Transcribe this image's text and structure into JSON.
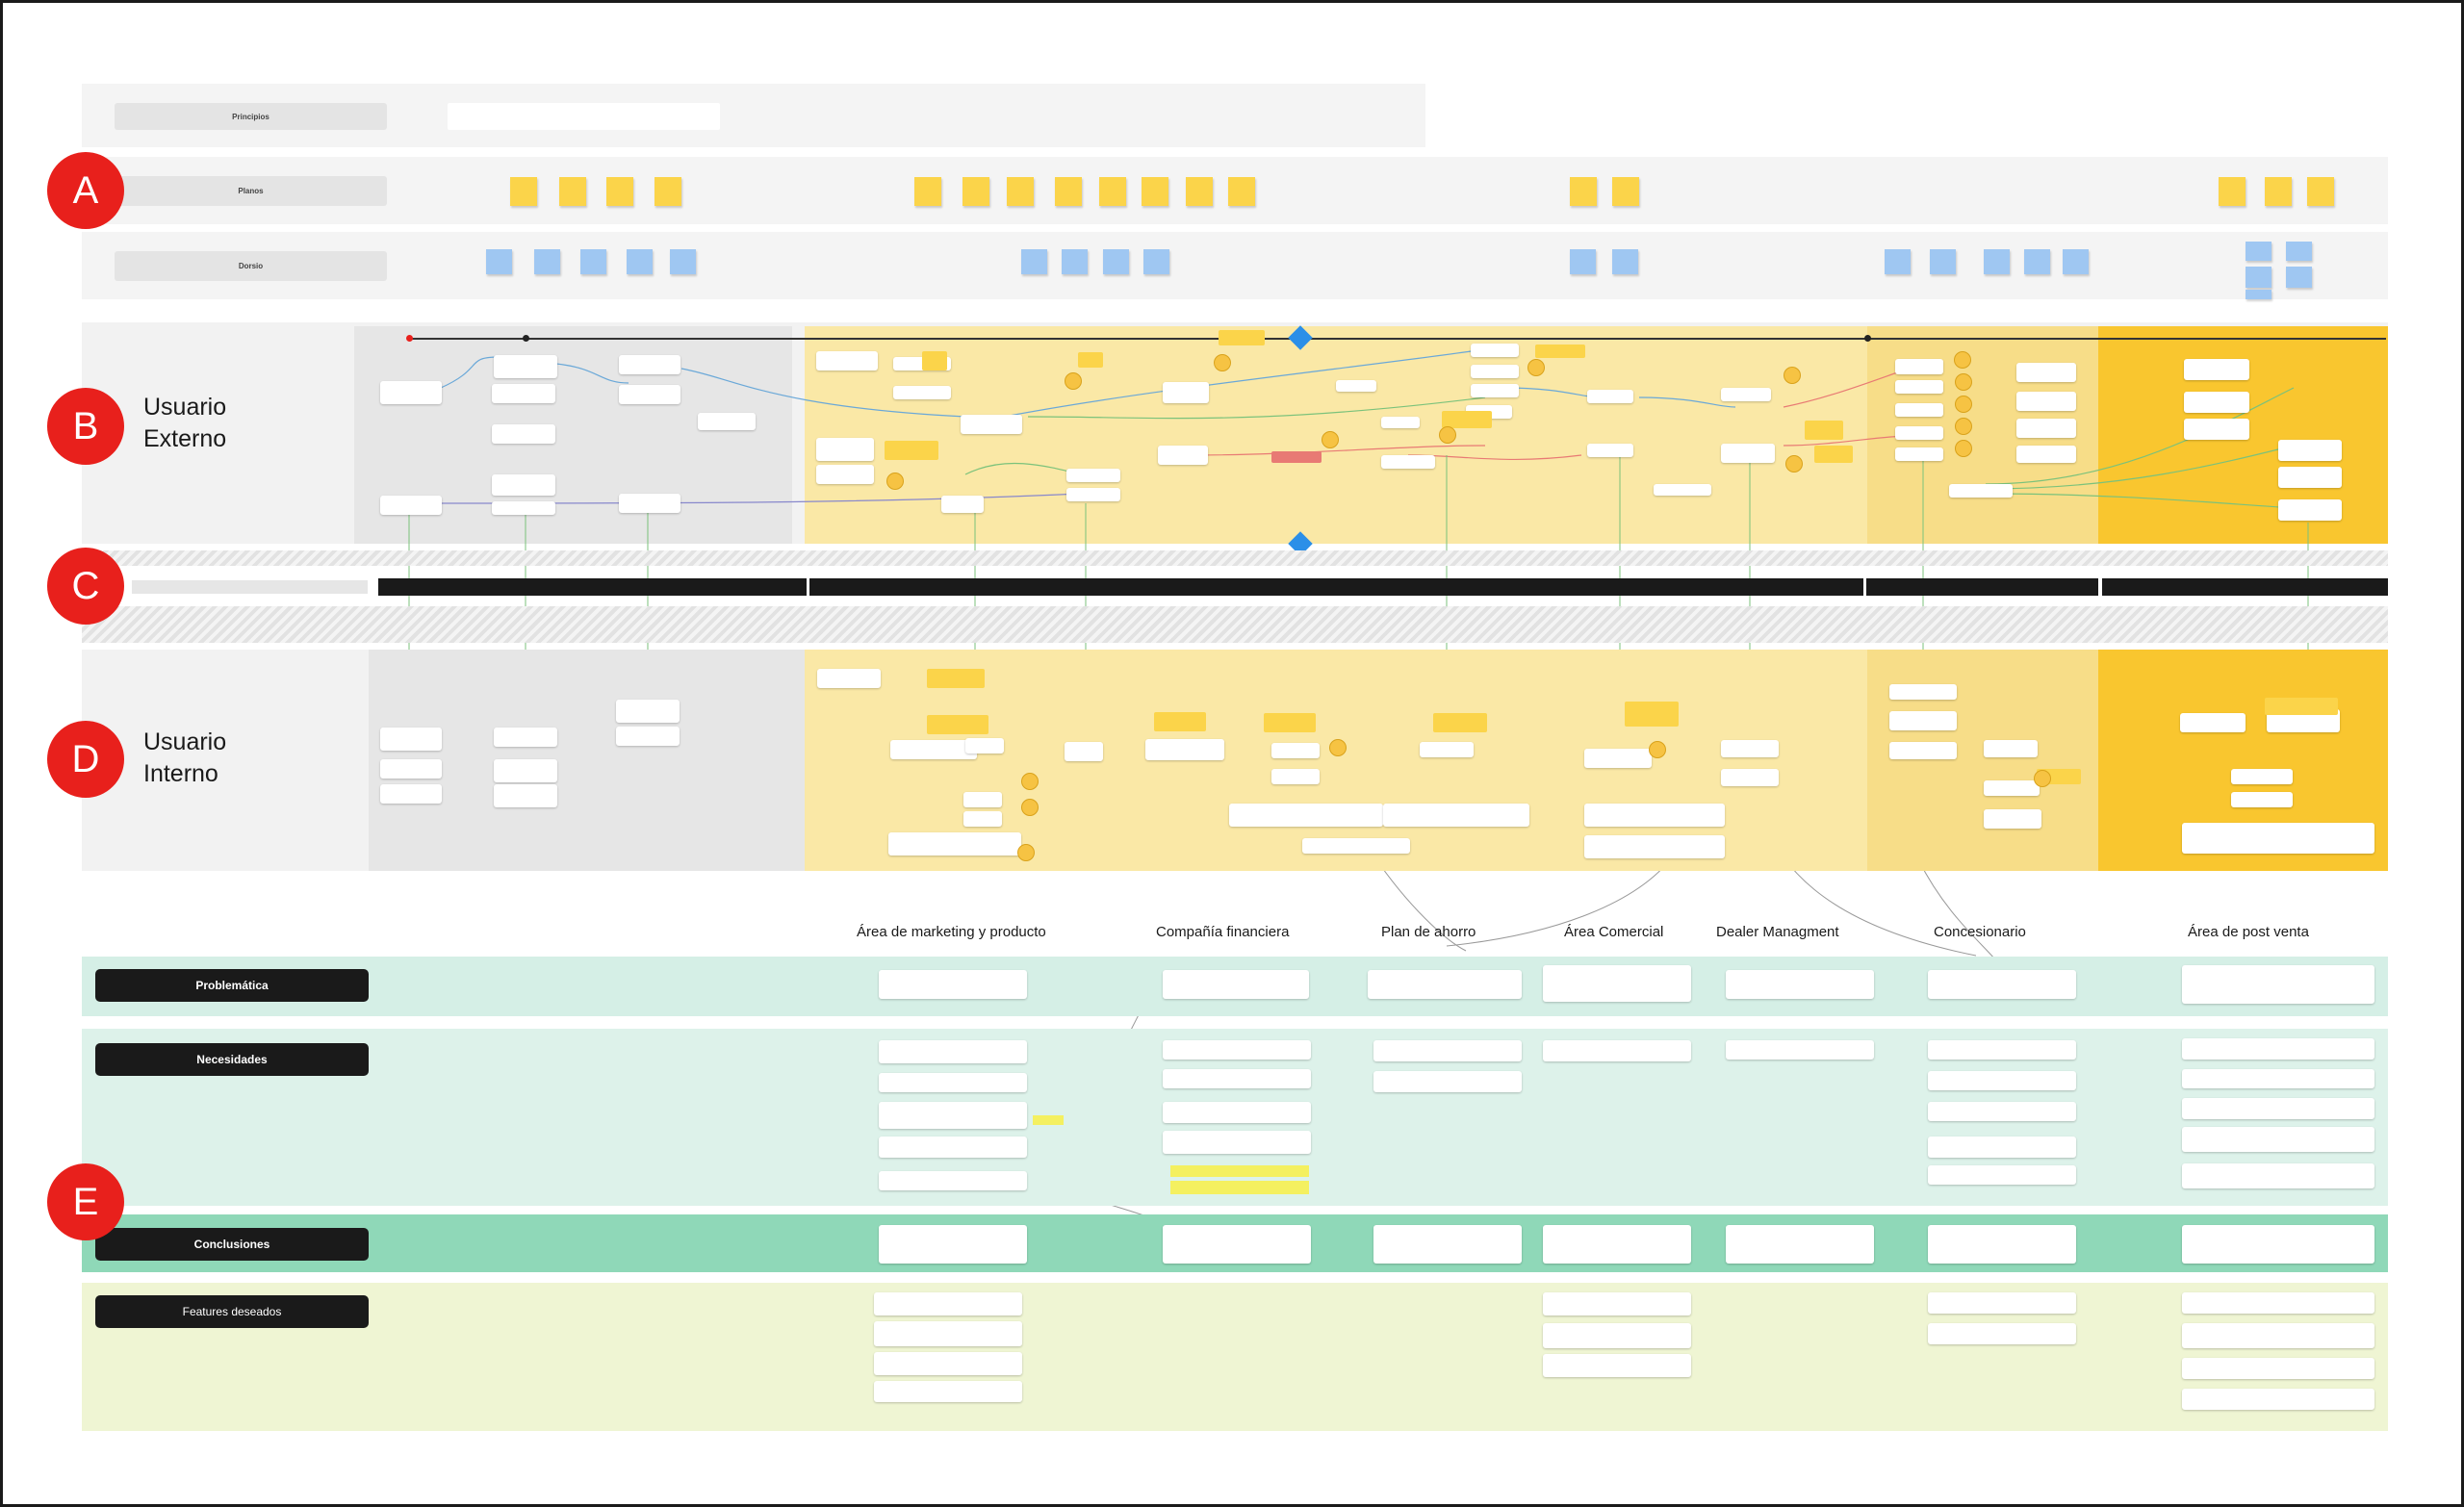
{
  "rows": {
    "principios": "Principios",
    "planos": "Planos",
    "dorsio": "Dorsio"
  },
  "badges": {
    "a": "A",
    "b": "B",
    "c": "C",
    "d": "D",
    "e": "E"
  },
  "actors": {
    "externo_line1": "Usuario",
    "externo_line2": "Externo",
    "interno_line1": "Usuario",
    "interno_line2": "Interno"
  },
  "areas": [
    "Área de marketing y producto",
    "Compañía financiera",
    "Plan de ahorro",
    "Área Comercial",
    "Dealer Managment",
    "Concesionario",
    "Área de post venta"
  ],
  "sections": {
    "problematica": "Problemática",
    "necesidades": "Necesidades",
    "conclusiones": "Conclusiones",
    "features": "Features deseados"
  },
  "colors": {
    "badge_red": "#e8201c",
    "sticky_yellow": "#fbd44a",
    "card_blue": "#9fc7f2",
    "journey_yellow": "#fae8a6",
    "journey_gold": "#f9c62f",
    "problem_band": "#d5efe6",
    "needs_band": "#ddf2ea",
    "conclusions_band": "#8fd8b8",
    "features_band": "#eff5d3"
  }
}
